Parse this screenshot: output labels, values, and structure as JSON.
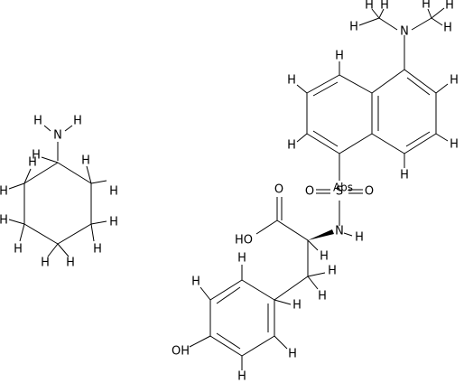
{
  "molecules": [
    {
      "name": "cyclohexylamine",
      "labels": {
        "n": "N",
        "h": "H"
      }
    },
    {
      "name": "dansyl-tyrosine",
      "labels": {
        "n": "N",
        "h": "H",
        "o": "O",
        "s": "S",
        "abs": "Abs",
        "ho": "HO",
        "oh": "OH"
      }
    }
  ],
  "colors": {
    "ink": "#000000",
    "background": "#ffffff"
  }
}
